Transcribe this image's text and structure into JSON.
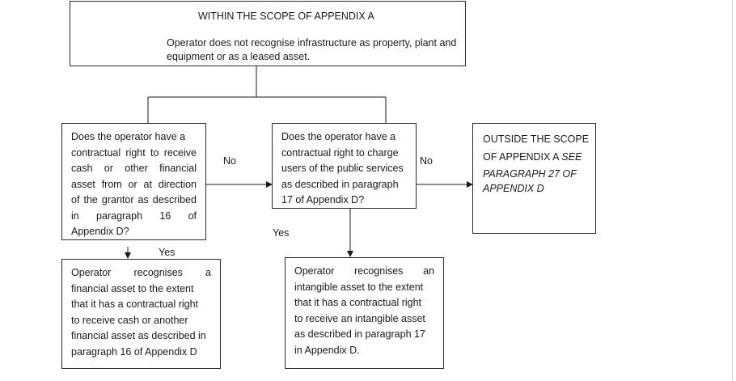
{
  "top_box": {
    "title": "WITHIN THE SCOPE OF APPENDIX A",
    "line1": "Operator does not recognise infrastructure as property, plant and",
    "line2": "equipment or as a leased asset."
  },
  "q1": {
    "lines": [
      "Does the operator have a",
      "contractual right to receive",
      "cash or other financial",
      "asset from or at direction",
      "of the grantor as described",
      "in paragraph 16 of",
      "Appendix D?"
    ]
  },
  "q2": {
    "lines": [
      "Does the operator have a",
      "contractual right to charge",
      "users of the public services",
      "as described in paragraph",
      "17 of Appendix D?"
    ]
  },
  "outside": {
    "line1": "OUTSIDE THE SCOPE",
    "line2_plain": "OF APPENDIX A ",
    "line2_italic": "SEE",
    "line3": "PARAGRAPH 27 OF",
    "line4": "APPENDIX D"
  },
  "fin_asset": {
    "lines": [
      "Operator recognises a",
      "financial asset to the extent",
      "that it has a contractual right",
      "to receive cash or another",
      "financial asset as described in",
      "paragraph 16 of Appendix D"
    ]
  },
  "intangible": {
    "lines": [
      "Operator recognises an",
      "intangible asset to the extent",
      "that it has a contractual right",
      "to receive an intangible asset",
      "as described in paragraph 17",
      "in Appendix D."
    ]
  },
  "labels": {
    "no1": "No",
    "no2": "No",
    "yes1": "Yes",
    "yes2": "Yes"
  }
}
